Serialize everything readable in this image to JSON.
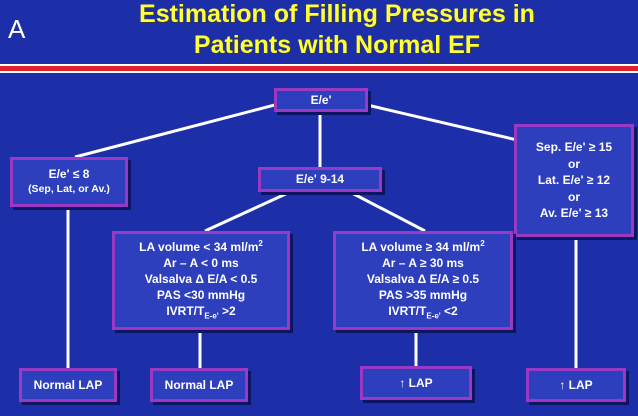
{
  "panel_label": "A",
  "title": {
    "line1": "Estimation of Filling Pressures in",
    "line2": "Patients with Normal EF"
  },
  "colors": {
    "background": "#1c2fa8",
    "title": "#ffff3a",
    "box_border": "#9a39c4",
    "box_fill": "#2d3fbd",
    "divider": "#e0202a"
  },
  "nodes": {
    "root": "E/e'",
    "low": {
      "line1": "E/e' ≤ 8",
      "line2": "(Sep, Lat, or Av.)"
    },
    "mid": "E/e' 9-14",
    "high": {
      "line1": "Sep. E/e' ≥ 15",
      "or1": "or",
      "line2": "Lat. E/e' ≥ 12",
      "or2": "or",
      "line3": "Av. E/e' ≥ 13"
    },
    "criteria_normal": {
      "l1a": "LA volume < 34 ml/m",
      "l1sup": "2",
      "l2": "Ar – A < 0 ms",
      "l3": "Valsalva Δ E/A < 0.5",
      "l4": "PAS <30 mmHg",
      "l5a": "IVRT/T",
      "l5sub": "E-e'",
      "l5b": " >2"
    },
    "criteria_elevated": {
      "l1a": "LA volume  ≥ 34 ml/m",
      "l1sup": "2",
      "l2": "Ar – A ≥ 30 ms",
      "l3": "Valsalva Δ E/A ≥ 0.5",
      "l4": "PAS >35 mmHg",
      "l5a": "IVRT/T",
      "l5sub": "E-e'",
      "l5b": " <2"
    },
    "outcome_1": "Normal LAP",
    "outcome_2": "Normal LAP",
    "outcome_3": "↑ LAP",
    "outcome_4": "↑ LAP"
  }
}
